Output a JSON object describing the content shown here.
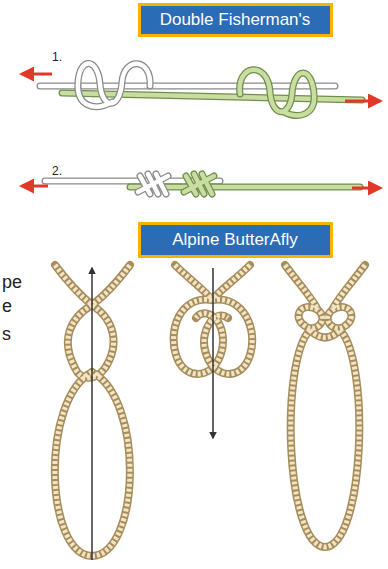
{
  "diagram": {
    "nodes": [
      {
        "text": [
          "Double Fisherman's"
        ]
      },
      {
        "text": [
          "Alpine ButterAfly"
        ]
      }
    ],
    "labels": [
      "1.",
      "2.",
      "pe",
      "e",
      "s"
    ]
  }
}
